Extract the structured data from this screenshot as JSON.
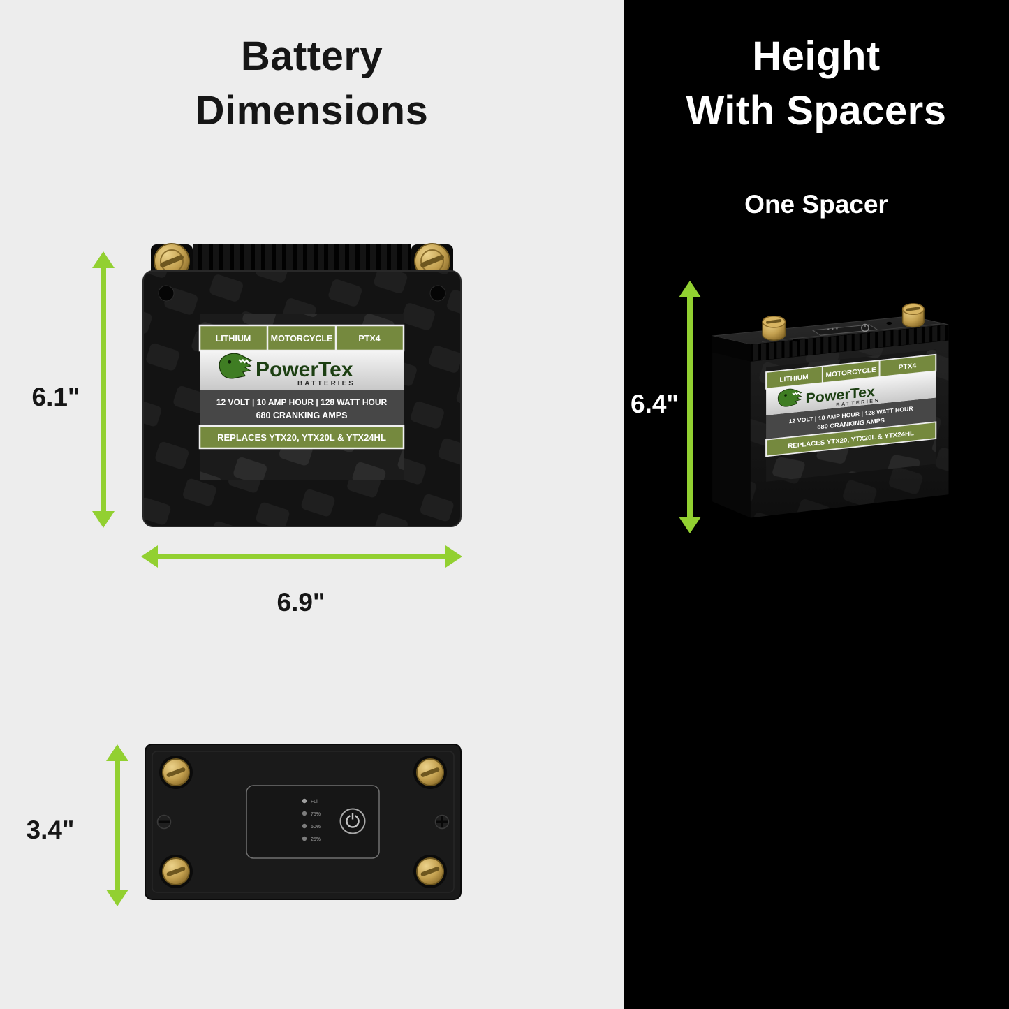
{
  "colors": {
    "accent": "#92d031",
    "left_bg": "#ededed",
    "right_bg": "#000000",
    "label_green": "#75893e",
    "brand_green": "#1c3f12"
  },
  "icons": {
    "arrows": "double-headed-measure-arrow",
    "power": "power-symbol",
    "brand_logo": "t-rex-head"
  },
  "left_panel": {
    "title": [
      "Battery",
      "Dimensions"
    ],
    "front_view": {
      "height_label": "6.1\"",
      "width_label": "6.9\""
    },
    "top_view": {
      "depth_label": "3.4\""
    }
  },
  "right_panel": {
    "title": [
      "Height",
      "With Spacers"
    ],
    "subtitle": "One Spacer",
    "height_label": "6.4\""
  },
  "battery_label": {
    "tags": [
      "LITHIUM",
      "MOTORCYCLE",
      "PTX4"
    ],
    "brand": "PowerTex",
    "brand_sub": "BATTERIES",
    "specs_line1": "12 VOLT | 10 AMP HOUR | 128 WATT HOUR",
    "specs_line2": "680 CRANKING AMPS",
    "replaces": "REPLACES YTX20, YTX20L & YTX24HL"
  },
  "top_view_panel": {
    "gauge_labels": [
      "Full",
      "75%",
      "50%",
      "25%"
    ]
  }
}
